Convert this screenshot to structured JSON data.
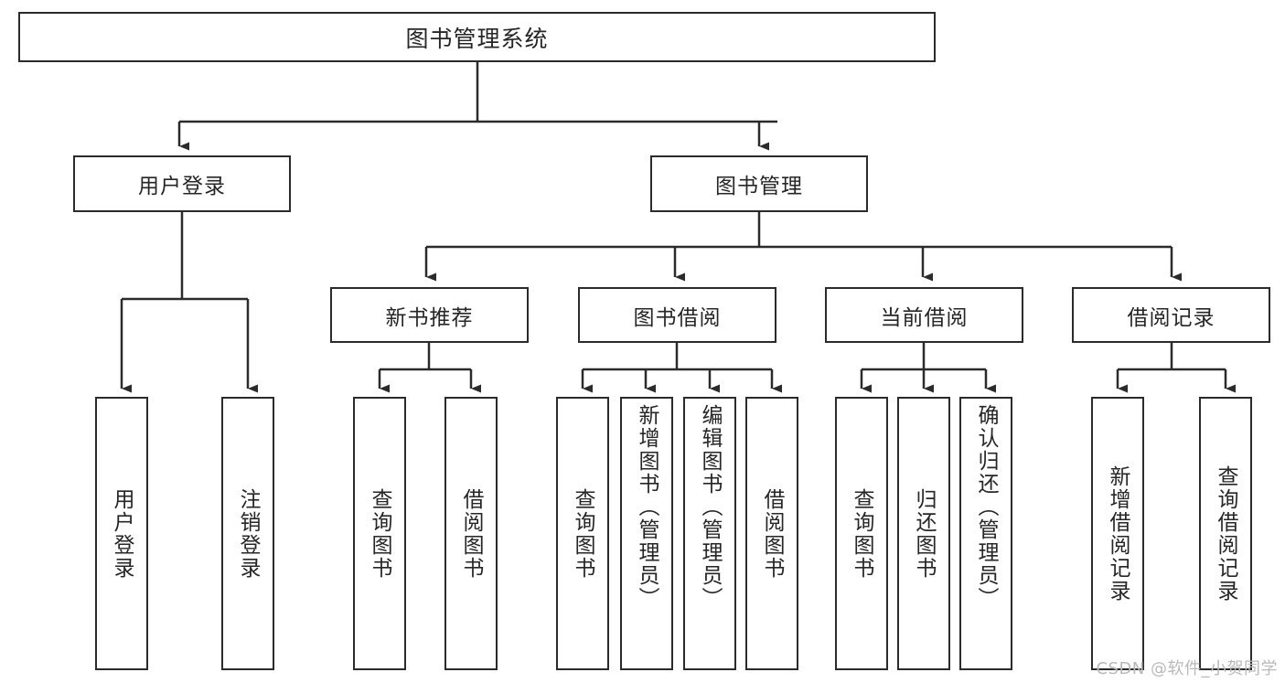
{
  "diagram": {
    "title": "图书管理系统",
    "type": "tree-hierarchy-chart",
    "colors": {
      "node_border": "#2b2b2b",
      "node_fill": "#ffffff",
      "edge": "#2b2b2b",
      "text": "#262626",
      "watermark": "#b9b9b9",
      "background": "#ffffff"
    },
    "root": {
      "label": "图书管理系统"
    },
    "level1": [
      {
        "id": "user-login",
        "label": "用户登录"
      },
      {
        "id": "book-management",
        "label": "图书管理"
      }
    ],
    "level2": [
      {
        "id": "new-book-recommend",
        "label": "新书推荐"
      },
      {
        "id": "book-borrow",
        "label": "图书借阅"
      },
      {
        "id": "current-borrow",
        "label": "当前借阅"
      },
      {
        "id": "borrow-record",
        "label": "借阅记录"
      }
    ],
    "leaves": {
      "user_login": [
        {
          "id": "leaf-user-login",
          "label": "用户登录"
        },
        {
          "id": "leaf-logout-login",
          "label": "注销登录"
        }
      ],
      "new_book_recommend": [
        {
          "id": "leaf-query-book-1",
          "label": "查询图书"
        },
        {
          "id": "leaf-borrow-book-1",
          "label": "借阅图书"
        }
      ],
      "book_borrow": [
        {
          "id": "leaf-query-book-2",
          "label": "查询图书"
        },
        {
          "id": "leaf-add-book",
          "label": "新增图书（管理员）"
        },
        {
          "id": "leaf-edit-book",
          "label": "编辑图书（管理员）"
        },
        {
          "id": "leaf-borrow-book-2",
          "label": "借阅图书"
        }
      ],
      "current_borrow": [
        {
          "id": "leaf-query-book-3",
          "label": "查询图书"
        },
        {
          "id": "leaf-return-book",
          "label": "归还图书"
        },
        {
          "id": "leaf-confirm-return",
          "label": "确认归还（管理员）"
        }
      ],
      "borrow_record": [
        {
          "id": "leaf-add-borrow-record",
          "label": "新增借阅记录"
        },
        {
          "id": "leaf-query-borrow-record",
          "label": "查询借阅记录"
        }
      ]
    },
    "watermark": "CSDN @软件_小贺同学"
  }
}
